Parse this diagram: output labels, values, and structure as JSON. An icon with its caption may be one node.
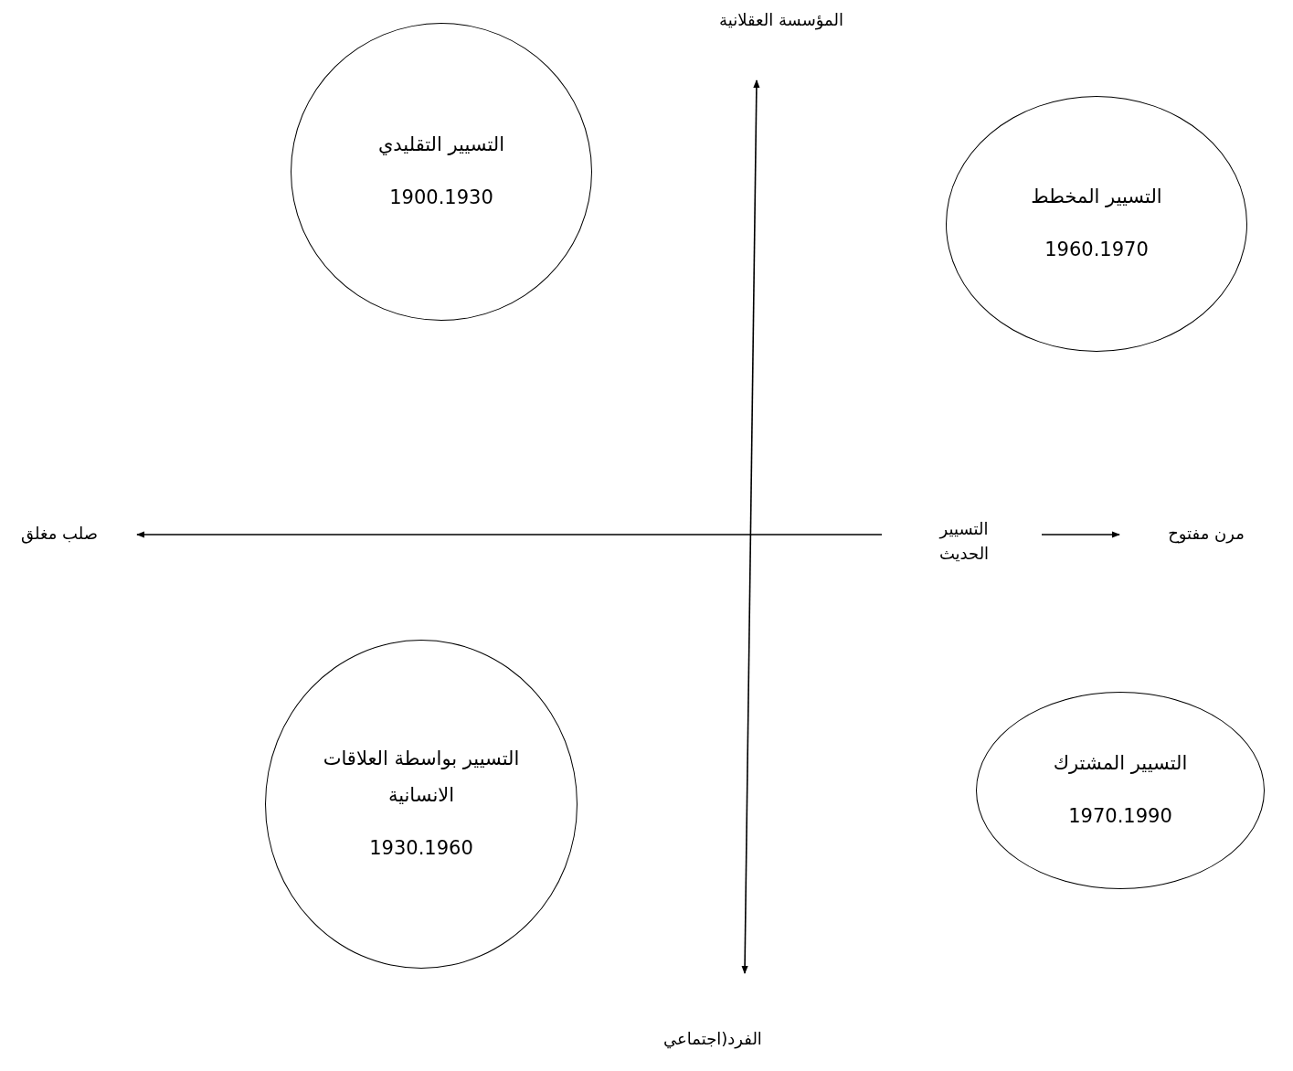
{
  "diagram": {
    "nodes": [
      {
        "text": [
          "التسيير التقليدي",
          "1900.1930"
        ]
      },
      {
        "text": [
          "التسيير المخطط",
          "1960.1970"
        ]
      },
      {
        "text": [
          "التسيير بواسطة العلاقات الانسانية",
          "1930.1960"
        ]
      },
      {
        "text": [
          "التسيير المشترك",
          "1970.1990"
        ]
      },
      {
        "text": [
          "التسيير الحديث"
        ]
      },
      {
        "text": [
          "مرن مفتوح"
        ]
      }
    ],
    "edges": [
      {
        "from": 4,
        "to": 5,
        "arrow": "to"
      }
    ],
    "labels": [
      "المؤسسة العقلانية",
      "صلب مغلق",
      "الفرد(اجتماعي"
    ]
  }
}
